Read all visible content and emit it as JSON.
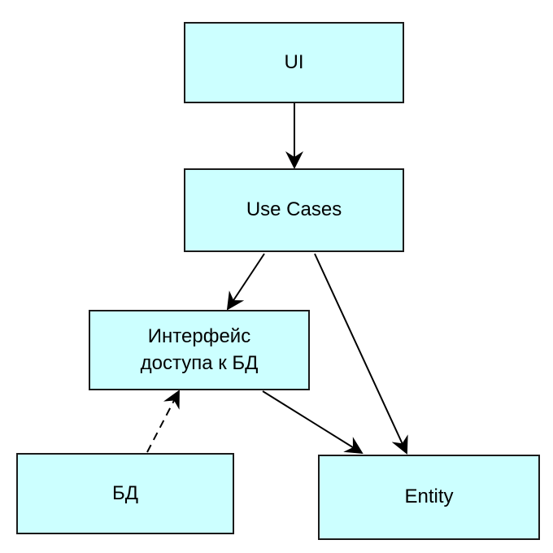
{
  "diagram": {
    "nodes": {
      "ui": {
        "label": "UI"
      },
      "use_cases": {
        "label": "Use Cases"
      },
      "db_interface": {
        "label": "Интерфейс\nдоступа к БД"
      },
      "db": {
        "label": "БД"
      },
      "entity": {
        "label": "Entity"
      }
    },
    "edges": [
      {
        "from": "ui",
        "to": "use_cases",
        "style": "solid"
      },
      {
        "from": "use_cases",
        "to": "db_interface",
        "style": "solid"
      },
      {
        "from": "use_cases",
        "to": "entity",
        "style": "solid"
      },
      {
        "from": "db_interface",
        "to": "entity",
        "style": "solid"
      },
      {
        "from": "db",
        "to": "db_interface",
        "style": "dashed"
      }
    ],
    "colors": {
      "node_fill": "#ccffff",
      "stroke": "#1a1a1a"
    }
  }
}
